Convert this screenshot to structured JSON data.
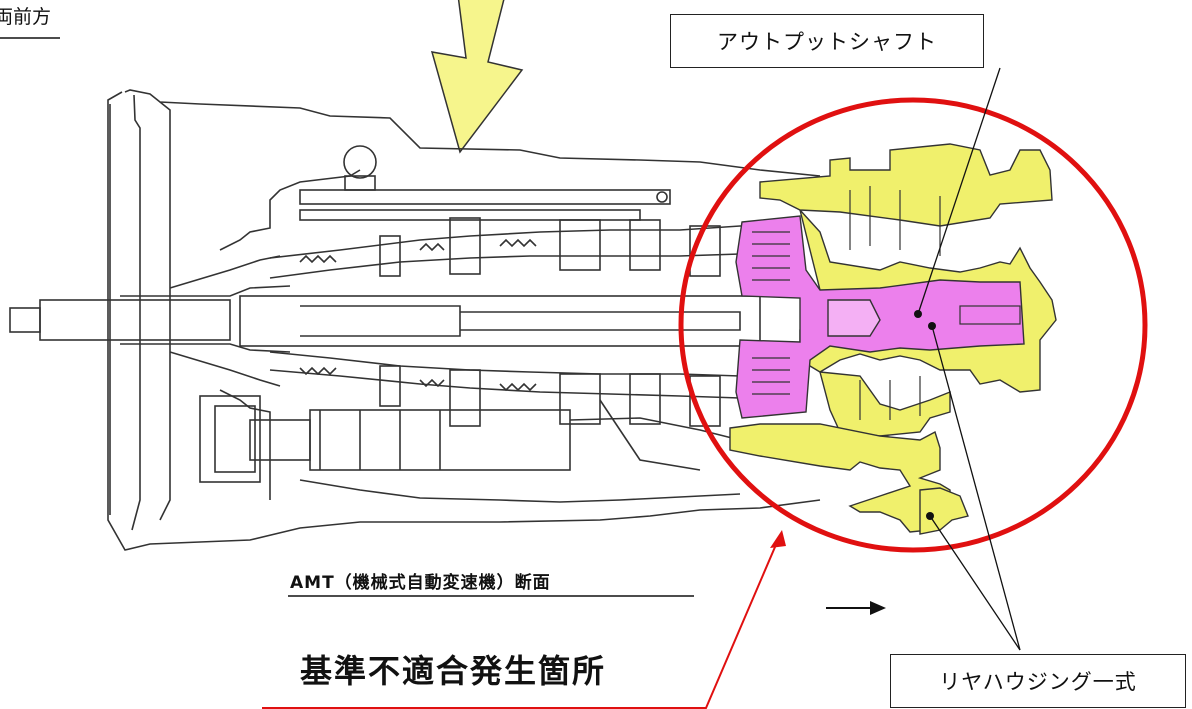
{
  "corner_label": "両前方",
  "caption": "AMT（機械式自動変速機）断面",
  "labels": {
    "output_shaft": "アウトプットシャフト",
    "rear_housing": "リヤハウジング一式",
    "nonconformity_site": "基準不適合発生箇所"
  },
  "colors": {
    "highlight_ring": "#e01010",
    "pointer_line": "#e01010",
    "arrow_fill": "#f6f58c",
    "rear_housing_fill": "#f0f06c",
    "output_shaft_fill": "#ec80ec"
  }
}
